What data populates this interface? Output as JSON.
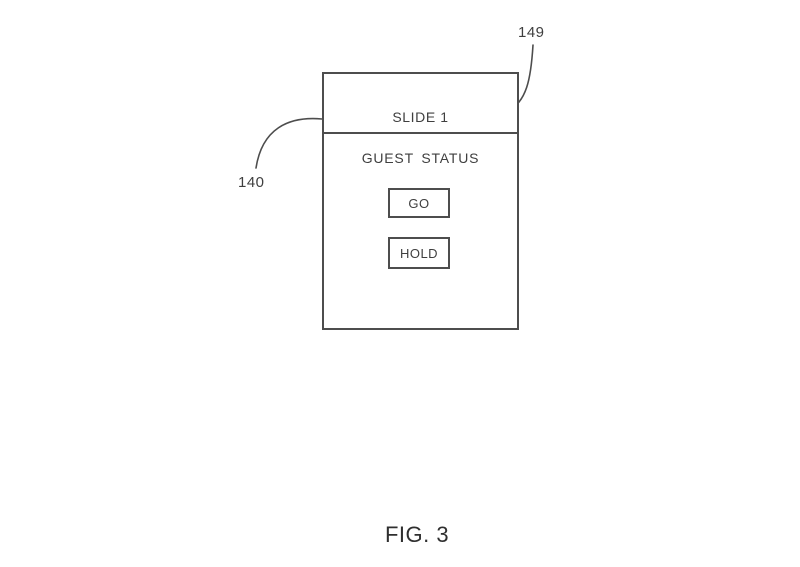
{
  "figure": {
    "caption": "FIG. 3",
    "refs": {
      "r140": "140",
      "r149": "149"
    },
    "slide": {
      "header": "SLIDE 1",
      "subtitle": "GUEST STATUS",
      "buttons": [
        {
          "label": "GO"
        },
        {
          "label": "HOLD"
        }
      ]
    },
    "colors": {
      "line": "#4d4d4d",
      "text": "#3f3f3f",
      "background": "#ffffff"
    }
  }
}
